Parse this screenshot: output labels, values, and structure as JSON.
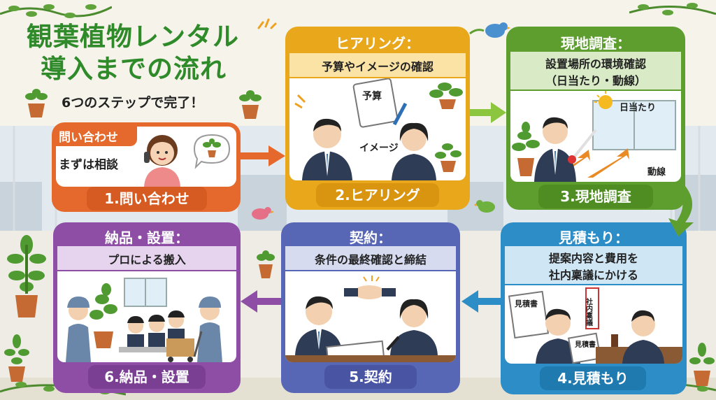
{
  "title": {
    "line1": "観葉植物レンタル",
    "line2": "導入までの流れ"
  },
  "subtitle": "6つのステップで完了！",
  "steps": [
    {
      "header": "問い合わせ",
      "sub": "まずは相談",
      "label": "1.問い合わせ",
      "color": "#e5692c"
    },
    {
      "header": "ヒアリング：",
      "sub": "予算やイメージの確認",
      "label": "2.ヒアリング",
      "color": "#e9a81c",
      "notes": [
        "予算",
        "イメージ"
      ]
    },
    {
      "header": "現地調査：",
      "sub": "設置場所の環境確認",
      "sub2": "（日当たり・動線）",
      "label": "3.現地調査",
      "color": "#5e9e2f",
      "notes": [
        "日当たり",
        "動線"
      ]
    },
    {
      "header": "見積もり：",
      "sub": "提案内容と費用を",
      "sub2": "社内稟議にかける",
      "label": "4.見積もり",
      "color": "#2d8ec7",
      "notes": [
        "見積書",
        "社内稟議",
        "見積書"
      ]
    },
    {
      "header": "契約：",
      "sub": "条件の最終確認と締結",
      "label": "5.契約",
      "color": "#5867b5"
    },
    {
      "header": "納品・設置：",
      "sub": "プロによる搬入",
      "label": "6.納品・設置",
      "color": "#8e4ea6"
    }
  ]
}
